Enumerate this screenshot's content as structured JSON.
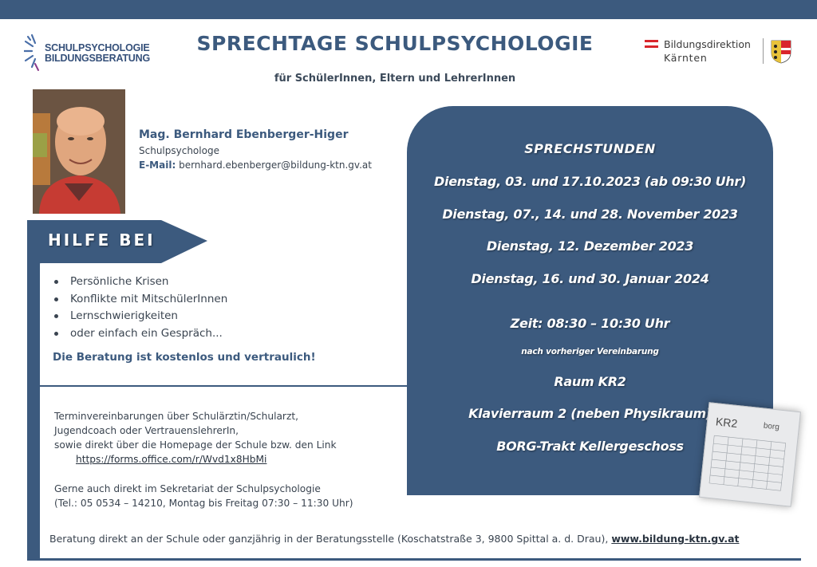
{
  "header": {
    "logo_left_line1": "SCHULPSYCHOLOGIE",
    "logo_left_line2": "BILDUNGSBERATUNG",
    "title": "SPRECHTAGE SCHULPSYCHOLOGIE",
    "subtitle": "für SchülerInnen, Eltern und LehrerInnen",
    "logo_right_line1": "Bildungsdirektion",
    "logo_right_line2": "Kärnten"
  },
  "contact": {
    "name": "Mag. Bernhard Ebenberger-Higer",
    "role": "Schulpsychologe",
    "email_label": "E-Mail:",
    "email": "bernhard.ebenberger@bildung-ktn.gv.at"
  },
  "help": {
    "heading": "HILFE BEI",
    "items": [
      "Persönliche Krisen",
      "Konflikte mit MitschülerInnen",
      "Lernschwierigkeiten",
      "oder einfach ein Gespräch..."
    ],
    "note": "Die Beratung ist kostenlos und vertraulich!"
  },
  "appointments": {
    "line1": "Terminvereinbarungen über Schulärztin/Schularzt,",
    "line2": "Jugendcoach oder VertrauenslehrerIn,",
    "line3": "sowie direkt über die Homepage der Schule bzw. den Link",
    "link": "https://forms.office.com/r/Wvd1x8HbMi",
    "line5": "Gerne auch direkt im Sekretariat der Schulpsychologie",
    "line6": "(Tel.: 05 0534 – 14210, Montag bis Freitag 07:30 – 11:30 Uhr)"
  },
  "footer": {
    "text": "Beratung direkt an der Schule oder ganzjährig in der Beratungsstelle (Koschatstraße 3, 9800 Spittal a. d. Drau),",
    "link": "www.bildung-ktn.gv.at"
  },
  "panel": {
    "heading": "SPRECHSTUNDEN",
    "dates": [
      "Dienstag, 03. und 17.10.2023 (ab 09:30 Uhr)",
      "Dienstag, 07., 14. und 28. November 2023",
      "Dienstag, 12. Dezember 2023",
      "Dienstag, 16. und 30. Januar 2024"
    ],
    "time": "Zeit: 08:30 – 10:30 Uhr",
    "time_note": "nach vorheriger Vereinbarung",
    "room": "Raum KR2",
    "room_detail": "Klavierraum 2 (neben Physikraum)",
    "location": "BORG-Trakt Kellergeschoss"
  },
  "sign": {
    "label": "KR2",
    "brand": "borg"
  },
  "colors": {
    "brand_blue": "#3c5a7e",
    "flag_red": "#d9262c"
  }
}
